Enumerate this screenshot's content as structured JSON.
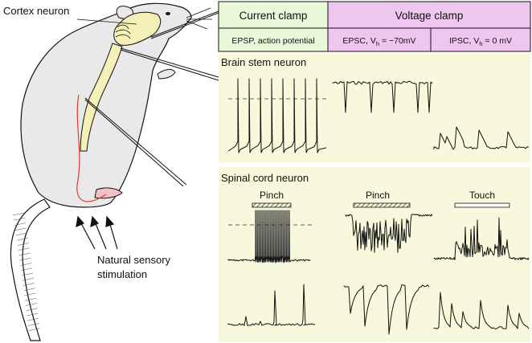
{
  "labels": {
    "cortex_neuron": "Cortex neuron",
    "natural_stim_line1": "Natural sensory",
    "natural_stim_line2": "stimulation"
  },
  "table": {
    "current_clamp": "Current clamp",
    "voltage_clamp": "Voltage clamp",
    "epsp": "EPSP, action potential",
    "epsc_prefix": "EPSC, V",
    "epsc_sub": "h",
    "epsc_suffix": " = −70mV",
    "ipsc_prefix": "IPSC, V",
    "ipsc_sub": "h",
    "ipsc_suffix": " = 0 mV"
  },
  "panels": {
    "brain_stem": "Brain stem neuron",
    "spinal_cord": "Spinal cord neuron"
  },
  "stimuli": {
    "pinch_1": "Pinch",
    "pinch_2": "Pinch",
    "touch": "Touch"
  },
  "colors": {
    "current_clamp_bg": "#e8f8d8",
    "voltage_clamp_bg": "#efc6ef",
    "panel_bg": "#f8f8dc",
    "brain_fill": "#f4f0b8",
    "rat_fill": "#e9e9e9",
    "nerve_red": "#e03a2a"
  }
}
